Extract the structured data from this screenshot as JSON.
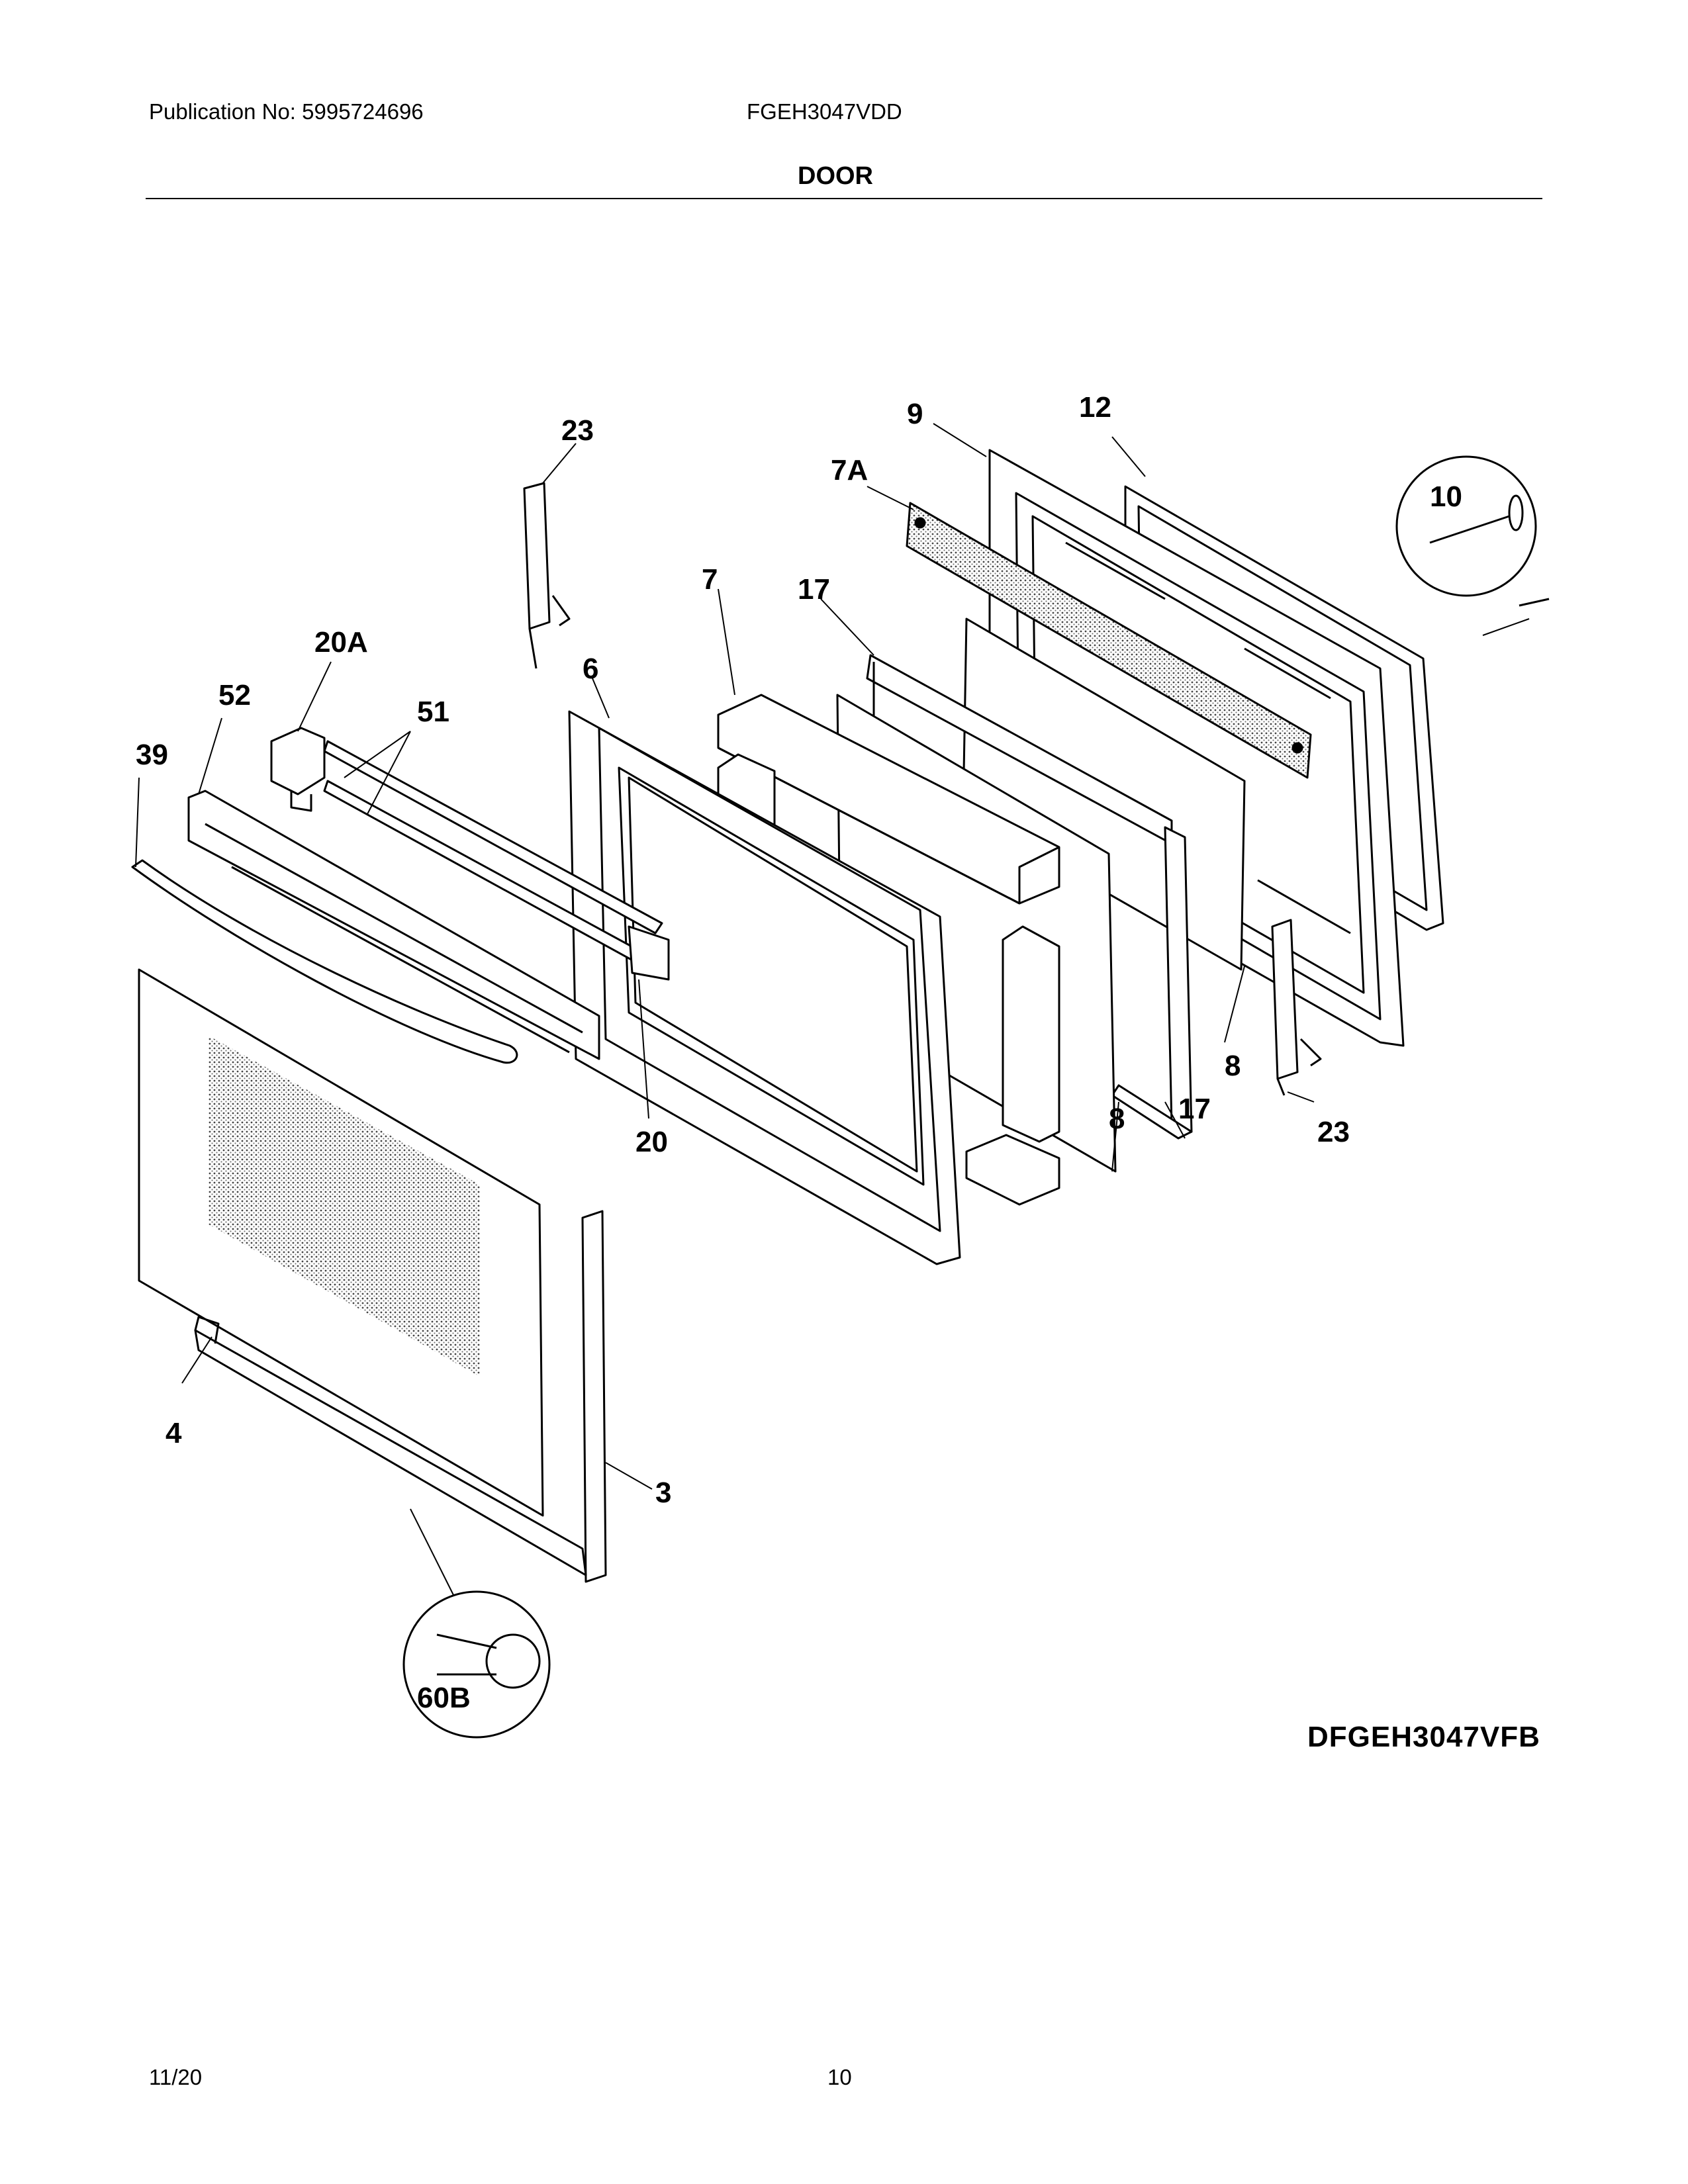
{
  "header": {
    "publication": "Publication No: 5995724696",
    "model": "FGEH3047VDD",
    "section_title": "DOOR"
  },
  "diagram": {
    "figure_code": "DFGEH3047VFB",
    "callouts": [
      "23",
      "9",
      "12",
      "7A",
      "10",
      "7",
      "17",
      "20A",
      "6",
      "52",
      "51",
      "39",
      "8",
      "8",
      "17",
      "23",
      "20",
      "4",
      "3",
      "60B"
    ]
  },
  "footer": {
    "date": "11/20",
    "page": "10"
  }
}
